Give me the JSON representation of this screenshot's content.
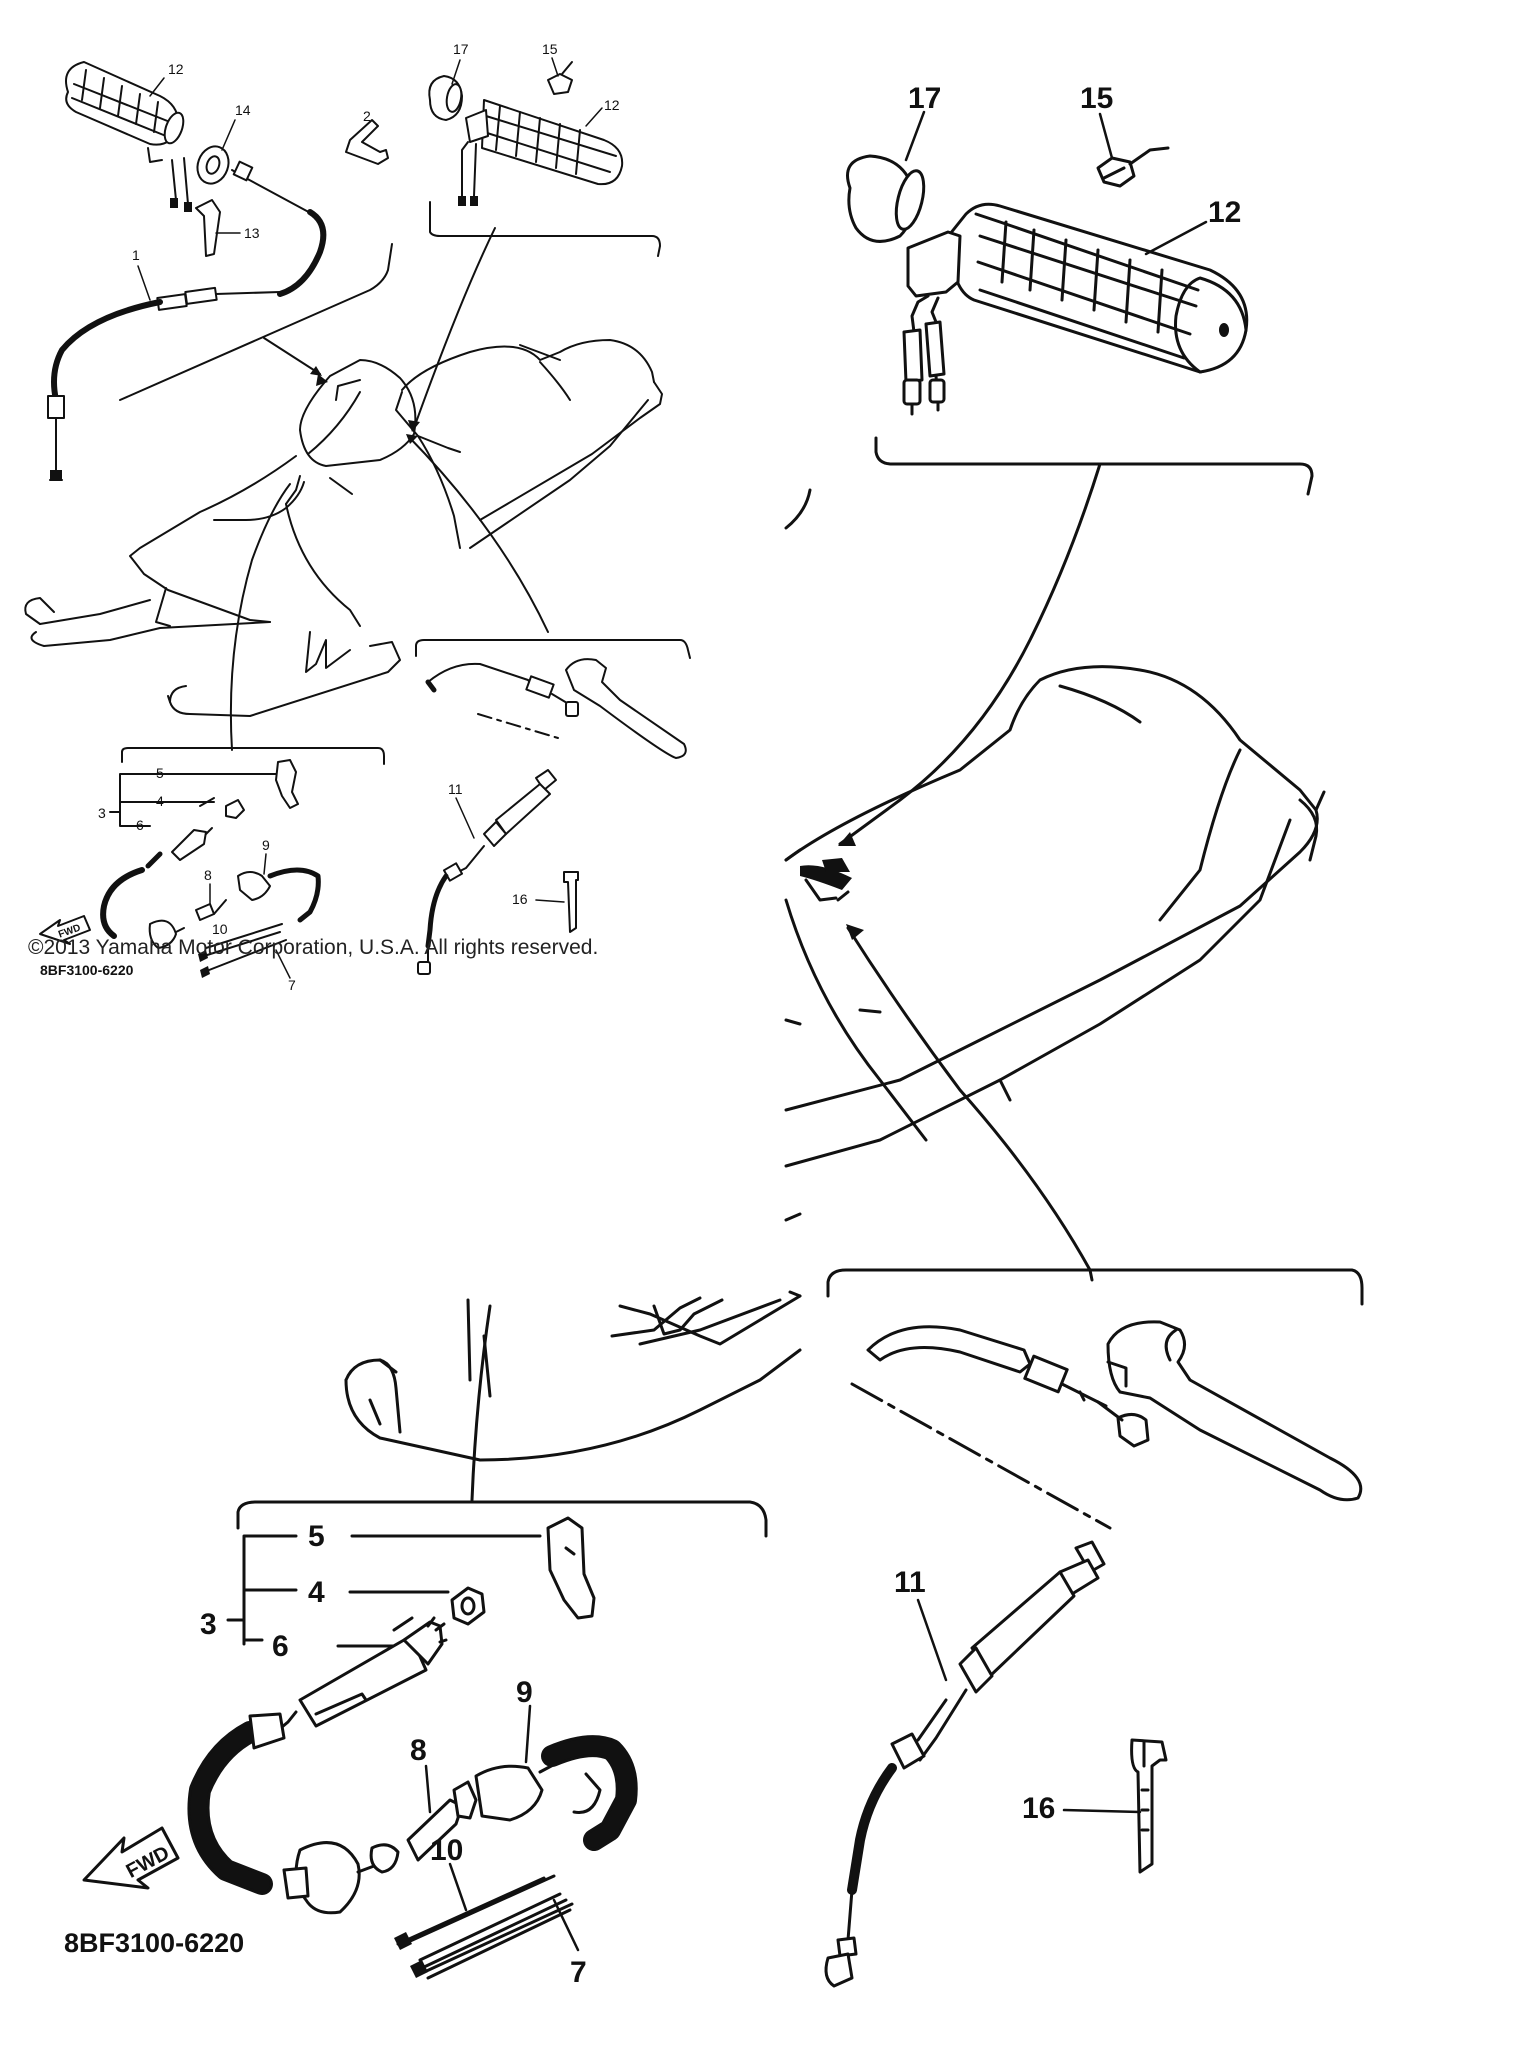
{
  "copyright": "©2013 Yamaha Motor Corporation, U.S.A. All rights reserved.",
  "diagram_code": "8BF3100-6220",
  "fwd_label": "FWD",
  "callouts": {
    "c1": "1",
    "c2": "2",
    "c3": "3",
    "c4": "4",
    "c5": "5",
    "c6": "6",
    "c7": "7",
    "c8": "8",
    "c9": "9",
    "c10": "10",
    "c11": "11",
    "c12": "12",
    "c13": "13",
    "c14": "14",
    "c15": "15",
    "c16": "16",
    "c17": "17"
  }
}
